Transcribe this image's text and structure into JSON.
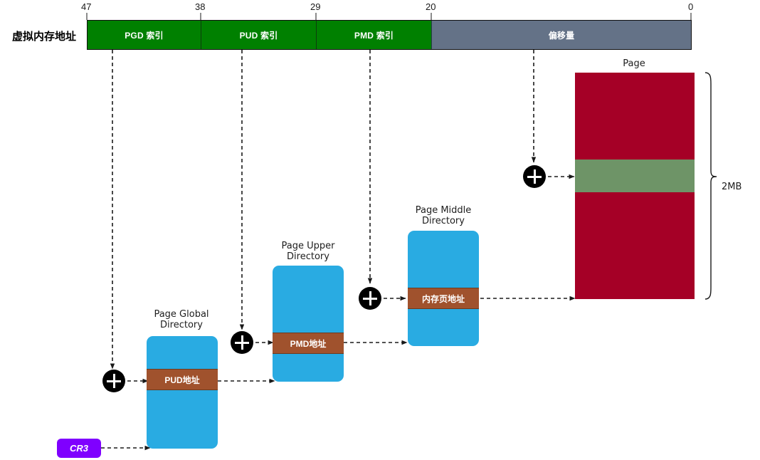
{
  "diagram": {
    "title": "x86-64 four-level virtual address translation (2MB pages)",
    "address_row": {
      "caption": "虚拟内存地址",
      "bit_ticks": [
        "47",
        "38",
        "29",
        "20",
        "0"
      ],
      "segments": [
        {
          "label": "PGD 索引",
          "color": "#008000",
          "bits": "47-39"
        },
        {
          "label": "PUD 索引",
          "color": "#008000",
          "bits": "38-30"
        },
        {
          "label": "PMD 索引",
          "color": "#008000",
          "bits": "29-21"
        },
        {
          "label": "偏移量",
          "color": "#647287",
          "bits": "20-0"
        }
      ]
    },
    "tables": [
      {
        "id": "pgd",
        "caption": "Page Global\nDirectory",
        "entry_label": "PUD地址",
        "box_color": "#29ABE2",
        "entry_color": "#A0522D"
      },
      {
        "id": "pud",
        "caption": "Page Upper\nDirectory",
        "entry_label": "PMD地址",
        "box_color": "#29ABE2",
        "entry_color": "#A0522D"
      },
      {
        "id": "pmd",
        "caption": "Page Middle\nDirectory",
        "entry_label": "内存页地址",
        "box_color": "#29ABE2",
        "entry_color": "#A0522D"
      }
    ],
    "page_frame": {
      "caption": "Page",
      "size_label": "2MB",
      "fill_color": "#A50026",
      "target_band_color": "#6E9467"
    },
    "cr3": {
      "label": "CR3",
      "color": "#7F00FF"
    },
    "adders": {
      "symbol": "+",
      "color": "#000000",
      "count": 4
    },
    "colors": {
      "index_green": "#008000",
      "offset_slate": "#647287",
      "table_blue": "#29ABE2",
      "entry_brown": "#A0522D",
      "page_red": "#A50026",
      "page_target_green": "#6E9467",
      "cr3_purple": "#7F00FF",
      "line": "#1a1a1a"
    }
  }
}
